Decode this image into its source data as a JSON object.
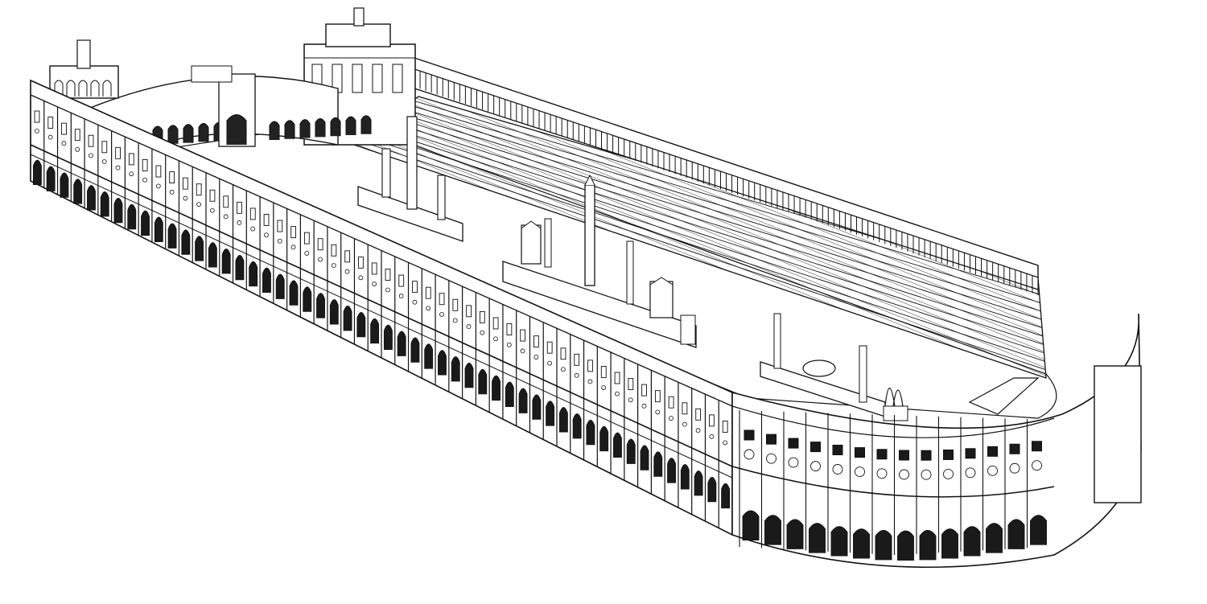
{
  "illustration": {
    "subject": "circus-racecourse-line-drawing",
    "ink_color": "#111111",
    "paper_color": "#ffffff",
    "outer_arcade_bays": 52,
    "curved_end_bays": 14,
    "seating_tiers": 12
  }
}
